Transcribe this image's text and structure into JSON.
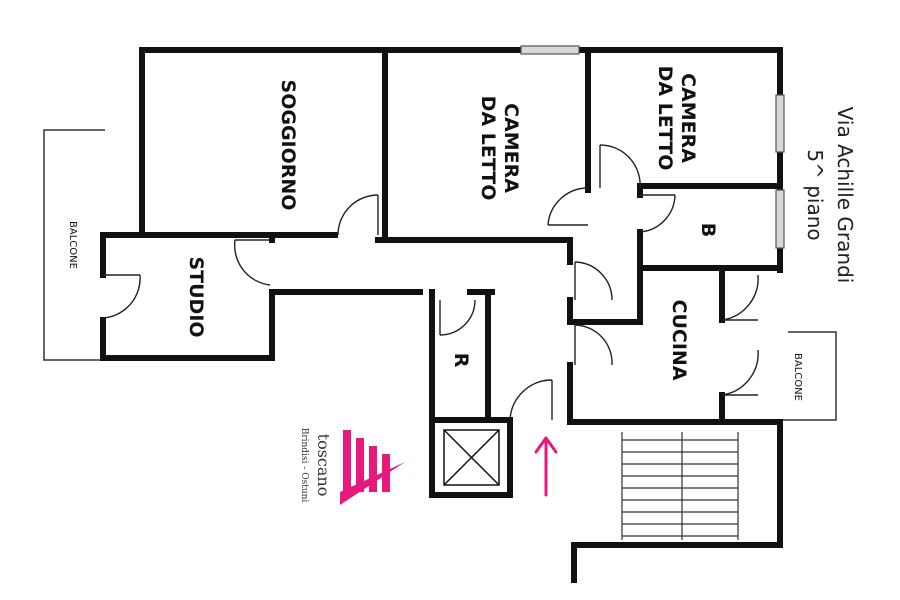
{
  "rooms": {
    "soggiorno": "SOGGIORNO",
    "camera1": [
      "CAMERA",
      "DA LETTO"
    ],
    "camera2": [
      "CAMERA",
      "DA LETTO"
    ],
    "bagno": "B",
    "studio": "STUDIO",
    "cucina": "CUCINA",
    "ripostiglio": "R",
    "balcone_left": "BALCONE",
    "balcone_right": "BALCONE"
  },
  "address": {
    "street": "Via Achille Grandi",
    "floor": "5^ piano"
  },
  "logo": {
    "name": "toscano",
    "cities": "Brindisi - Ostuni"
  },
  "colors": {
    "wall": "#111111",
    "accent": "#e8197d",
    "window": "#d8d8d8"
  }
}
